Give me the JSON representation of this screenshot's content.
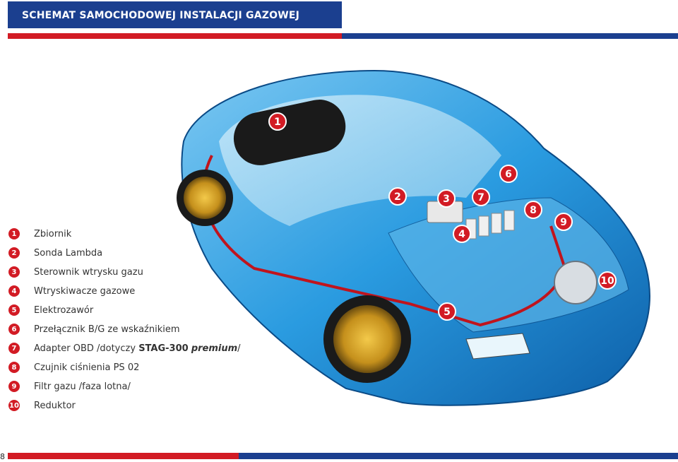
{
  "header": {
    "title": "SCHEMAT SAMOCHODOWEJ INSTALACJI GAZOWEJ"
  },
  "colors": {
    "brand_blue": "#1b3f8f",
    "brand_red": "#d21b24",
    "car_body": "#2a9be0"
  },
  "legend": [
    {
      "num": "1",
      "label": "Zbiornik"
    },
    {
      "num": "2",
      "label": "Sonda Lambda"
    },
    {
      "num": "3",
      "label": "Sterownik wtrysku gazu"
    },
    {
      "num": "4",
      "label": "Wtryskiwacze gazowe"
    },
    {
      "num": "5",
      "label": "Elektrozawór"
    },
    {
      "num": "6",
      "label": "Przełącznik B/G ze wskaźnikiem"
    },
    {
      "num": "7",
      "label_prefix": "Adapter OBD /dotyczy ",
      "label_bold": "STAG-300",
      "label_italic": "premium",
      "label_suffix": "/"
    },
    {
      "num": "8",
      "label": "Czujnik ciśnienia PS 02"
    },
    {
      "num": "9",
      "label": "Filtr gazu /faza lotna/"
    },
    {
      "num": "10",
      "label": "Reduktor"
    }
  ],
  "callouts": [
    "1",
    "2",
    "3",
    "7",
    "6",
    "8",
    "9",
    "4",
    "10",
    "5"
  ],
  "footer": {
    "page_number": "8"
  }
}
